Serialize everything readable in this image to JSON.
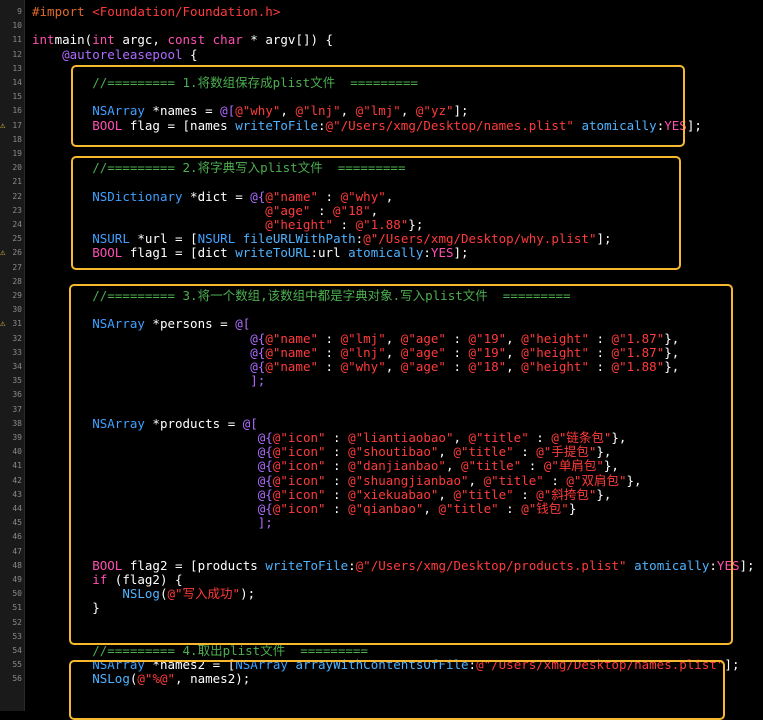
{
  "editor": {
    "line_numbers": [
      "9",
      "10",
      "11",
      "12",
      "13",
      "14",
      "15",
      "16",
      "17",
      "18",
      "19",
      "20",
      "21",
      "22",
      "23",
      "24",
      "25",
      "26",
      "27",
      "28",
      "29",
      "30",
      "31",
      "32",
      "33",
      "34",
      "35",
      "36",
      "37",
      "38",
      "39",
      "40",
      "41",
      "42",
      "43",
      "44",
      "45",
      "46",
      "47",
      "48",
      "49",
      "50",
      "51",
      "52",
      "53",
      "54",
      "55",
      "56"
    ],
    "warning_lines": [
      "17",
      "26",
      "31"
    ],
    "colors": {
      "background": "#000000",
      "keyword": "#ff4fb3",
      "string": "#ff3b3b",
      "class": "#3fa0ff",
      "comment": "#4caf50",
      "highlight_box": "#f5b82e"
    },
    "lines": {
      "l9": [
        [
          "pp",
          "#import "
        ],
        [
          "str",
          "<Foundation/Foundation.h>"
        ]
      ],
      "l11": [
        [
          "kw",
          "int"
        ],
        [
          "",
          "main("
        ],
        [
          "kw",
          "int"
        ],
        [
          "",
          " argc, "
        ],
        [
          "kw",
          "const"
        ],
        [
          "",
          " "
        ],
        [
          "kw",
          "char"
        ],
        [
          "",
          " * argv[]) {"
        ]
      ],
      "l12": [
        [
          "",
          "    "
        ],
        [
          "at",
          "@autoreleasepool"
        ],
        [
          "",
          " {"
        ]
      ],
      "l14": [
        [
          "cm",
          "        //========= 1.将数组保存成plist文件  ========="
        ]
      ],
      "l16": [
        [
          "",
          "        "
        ],
        [
          "cls",
          "NSArray"
        ],
        [
          "",
          " *names = "
        ],
        [
          "at",
          "@["
        ],
        [
          "str",
          "@\"why\""
        ],
        [
          ", ",
          ""
        ],
        [
          "str",
          "@\"lnj\""
        ],
        [
          ", ",
          ""
        ],
        [
          "str",
          "@\"lmj\""
        ],
        [
          ", ",
          ""
        ],
        [
          "str",
          "@\"yz\""
        ],
        [
          "",
          "];"
        ]
      ],
      "l17": [
        [
          "",
          "        "
        ],
        [
          "kw",
          "BOOL"
        ],
        [
          "",
          " flag = [names "
        ],
        [
          "fn",
          "writeToFile"
        ],
        [
          "",
          ":"
        ],
        [
          "str",
          "@\"/Users/xmg/Desktop/names.plist\""
        ],
        [
          "",
          " "
        ],
        [
          "fn",
          "atomically"
        ],
        [
          "",
          ":"
        ],
        [
          "yes",
          "YES"
        ],
        [
          "",
          "];"
        ]
      ],
      "l20": [
        [
          "cm",
          "        //========= 2.将字典写入plist文件  ========="
        ]
      ],
      "l22": [
        [
          "",
          "        "
        ],
        [
          "cls",
          "NSDictionary"
        ],
        [
          "",
          " *dict = "
        ],
        [
          "at",
          "@{"
        ],
        [
          "str",
          "@\"name\""
        ],
        [
          "",
          " : "
        ],
        [
          "str",
          "@\"why\""
        ],
        [
          "",
          ","
        ]
      ],
      "l23": [
        [
          "",
          "                               "
        ],
        [
          "str",
          "@\"age\""
        ],
        [
          "",
          " : "
        ],
        [
          "str",
          "@\"18\""
        ],
        [
          "",
          ","
        ]
      ],
      "l24": [
        [
          "",
          "                               "
        ],
        [
          "str",
          "@\"height\""
        ],
        [
          "",
          " : "
        ],
        [
          "str",
          "@\"1.88\""
        ],
        [
          "",
          "};"
        ]
      ],
      "l25": [
        [
          "",
          "        "
        ],
        [
          "cls",
          "NSURL"
        ],
        [
          "",
          " *url = ["
        ],
        [
          "cls",
          "NSURL"
        ],
        [
          "",
          " "
        ],
        [
          "fn",
          "fileURLWithPath"
        ],
        [
          "",
          ":"
        ],
        [
          "str",
          "@\"/Users/xmg/Desktop/why.plist\""
        ],
        [
          "",
          "];"
        ]
      ],
      "l26": [
        [
          "",
          "        "
        ],
        [
          "kw",
          "BOOL"
        ],
        [
          "",
          " flag1 = [dict "
        ],
        [
          "fn",
          "writeToURL"
        ],
        [
          "",
          ":url "
        ],
        [
          "fn",
          "atomically"
        ],
        [
          "",
          ":"
        ],
        [
          "yes",
          "YES"
        ],
        [
          "",
          "];"
        ]
      ],
      "l29": [
        [
          "cm",
          "        //========= 3.将一个数组,该数组中都是字典对象.写入plist文件  ========="
        ]
      ],
      "l31": [
        [
          "",
          "        "
        ],
        [
          "cls",
          "NSArray"
        ],
        [
          "",
          " *persons = "
        ],
        [
          "at",
          "@["
        ]
      ],
      "l32": [
        [
          "",
          "                             "
        ],
        [
          "at",
          "@{"
        ],
        [
          "str",
          "@\"name\""
        ],
        [
          "",
          " : "
        ],
        [
          "str",
          "@\"lmj\""
        ],
        [
          "",
          ", "
        ],
        [
          "str",
          "@\"age\""
        ],
        [
          "",
          " : "
        ],
        [
          "str",
          "@\"19\""
        ],
        [
          "",
          ", "
        ],
        [
          "str",
          "@\"height\""
        ],
        [
          "",
          " : "
        ],
        [
          "str",
          "@\"1.87\""
        ],
        [
          "",
          "},"
        ]
      ],
      "l33": [
        [
          "",
          "                             "
        ],
        [
          "at",
          "@{"
        ],
        [
          "str",
          "@\"name\""
        ],
        [
          "",
          " : "
        ],
        [
          "str",
          "@\"lnj\""
        ],
        [
          "",
          ", "
        ],
        [
          "str",
          "@\"age\""
        ],
        [
          "",
          " : "
        ],
        [
          "str",
          "@\"19\""
        ],
        [
          "",
          ", "
        ],
        [
          "str",
          "@\"height\""
        ],
        [
          "",
          " : "
        ],
        [
          "str",
          "@\"1.87\""
        ],
        [
          "",
          "},"
        ]
      ],
      "l34": [
        [
          "",
          "                             "
        ],
        [
          "at",
          "@{"
        ],
        [
          "str",
          "@\"name\""
        ],
        [
          "",
          " : "
        ],
        [
          "str",
          "@\"why\""
        ],
        [
          "",
          ", "
        ],
        [
          "str",
          "@\"age\""
        ],
        [
          "",
          " : "
        ],
        [
          "str",
          "@\"18\""
        ],
        [
          "",
          ", "
        ],
        [
          "str",
          "@\"height\""
        ],
        [
          "",
          " : "
        ],
        [
          "str",
          "@\"1.88\""
        ],
        [
          "",
          "},"
        ]
      ],
      "l35": [
        [
          "",
          "                             "
        ],
        [
          "at",
          "];"
        ]
      ],
      "l38": [
        [
          "",
          "        "
        ],
        [
          "cls",
          "NSArray"
        ],
        [
          "",
          " *products = "
        ],
        [
          "at",
          "@["
        ]
      ],
      "l39": [
        [
          "",
          "                              "
        ],
        [
          "at",
          "@{"
        ],
        [
          "str",
          "@\"icon\""
        ],
        [
          "",
          " : "
        ],
        [
          "str",
          "@\"liantiaobao\""
        ],
        [
          "",
          ", "
        ],
        [
          "str",
          "@\"title\""
        ],
        [
          "",
          " : "
        ],
        [
          "str",
          "@\"链条包\""
        ],
        [
          "",
          "},"
        ]
      ],
      "l40": [
        [
          "",
          "                              "
        ],
        [
          "at",
          "@{"
        ],
        [
          "str",
          "@\"icon\""
        ],
        [
          "",
          " : "
        ],
        [
          "str",
          "@\"shoutibao\""
        ],
        [
          "",
          ", "
        ],
        [
          "str",
          "@\"title\""
        ],
        [
          "",
          " : "
        ],
        [
          "str",
          "@\"手提包\""
        ],
        [
          "",
          "},"
        ]
      ],
      "l41": [
        [
          "",
          "                              "
        ],
        [
          "at",
          "@{"
        ],
        [
          "str",
          "@\"icon\""
        ],
        [
          "",
          " : "
        ],
        [
          "str",
          "@\"danjianbao\""
        ],
        [
          "",
          ", "
        ],
        [
          "str",
          "@\"title\""
        ],
        [
          "",
          " : "
        ],
        [
          "str",
          "@\"单肩包\""
        ],
        [
          "",
          "},"
        ]
      ],
      "l42": [
        [
          "",
          "                              "
        ],
        [
          "at",
          "@{"
        ],
        [
          "str",
          "@\"icon\""
        ],
        [
          "",
          " : "
        ],
        [
          "str",
          "@\"shuangjianbao\""
        ],
        [
          "",
          ", "
        ],
        [
          "str",
          "@\"title\""
        ],
        [
          "",
          " : "
        ],
        [
          "str",
          "@\"双肩包\""
        ],
        [
          "",
          "},"
        ]
      ],
      "l43": [
        [
          "",
          "                              "
        ],
        [
          "at",
          "@{"
        ],
        [
          "str",
          "@\"icon\""
        ],
        [
          "",
          " : "
        ],
        [
          "str",
          "@\"xiekuabao\""
        ],
        [
          "",
          ", "
        ],
        [
          "str",
          "@\"title\""
        ],
        [
          "",
          " : "
        ],
        [
          "str",
          "@\"斜挎包\""
        ],
        [
          "",
          "},"
        ]
      ],
      "l44": [
        [
          "",
          "                              "
        ],
        [
          "at",
          "@{"
        ],
        [
          "str",
          "@\"icon\""
        ],
        [
          "",
          " : "
        ],
        [
          "str",
          "@\"qianbao\""
        ],
        [
          "",
          ", "
        ],
        [
          "str",
          "@\"title\""
        ],
        [
          "",
          " : "
        ],
        [
          "str",
          "@\"钱包\""
        ],
        [
          "",
          "}"
        ]
      ],
      "l45": [
        [
          "",
          "                              "
        ],
        [
          "at",
          "];"
        ]
      ],
      "l48": [
        [
          "",
          "        "
        ],
        [
          "kw",
          "BOOL"
        ],
        [
          "",
          " flag2 = [products "
        ],
        [
          "fn",
          "writeToFile"
        ],
        [
          "",
          ":"
        ],
        [
          "str",
          "@\"/Users/xmg/Desktop/products.plist\""
        ],
        [
          "",
          " "
        ],
        [
          "fn",
          "atomically"
        ],
        [
          "",
          ":"
        ],
        [
          "yes",
          "YES"
        ],
        [
          "",
          "];"
        ]
      ],
      "l49": [
        [
          "",
          "        "
        ],
        [
          "kw",
          "if"
        ],
        [
          "",
          " (flag2) {"
        ]
      ],
      "l50": [
        [
          "",
          "            "
        ],
        [
          "fn",
          "NSLog"
        ],
        [
          "",
          "("
        ],
        [
          "str",
          "@\"写入成功\""
        ],
        [
          "",
          ");"
        ]
      ],
      "l51": [
        [
          "",
          "        }"
        ]
      ],
      "l54": [
        [
          "cm",
          "        //========= 4.取出plist文件  ========="
        ]
      ],
      "l55": [
        [
          "",
          "        "
        ],
        [
          "cls",
          "NSArray"
        ],
        [
          "",
          " *names2 = ["
        ],
        [
          "cls",
          "NSArray"
        ],
        [
          "",
          " "
        ],
        [
          "fn",
          "arrayWithContentsOfFile"
        ],
        [
          "",
          ":"
        ],
        [
          "str",
          "@\"/Users/xmg/Desktop/names.plist\""
        ],
        [
          "",
          "];"
        ]
      ],
      "l56": [
        [
          "",
          "        "
        ],
        [
          "fn",
          "NSLog"
        ],
        [
          "",
          "("
        ],
        [
          "str",
          "@\"%@\""
        ],
        [
          "",
          ", names2);"
        ]
      ]
    }
  }
}
